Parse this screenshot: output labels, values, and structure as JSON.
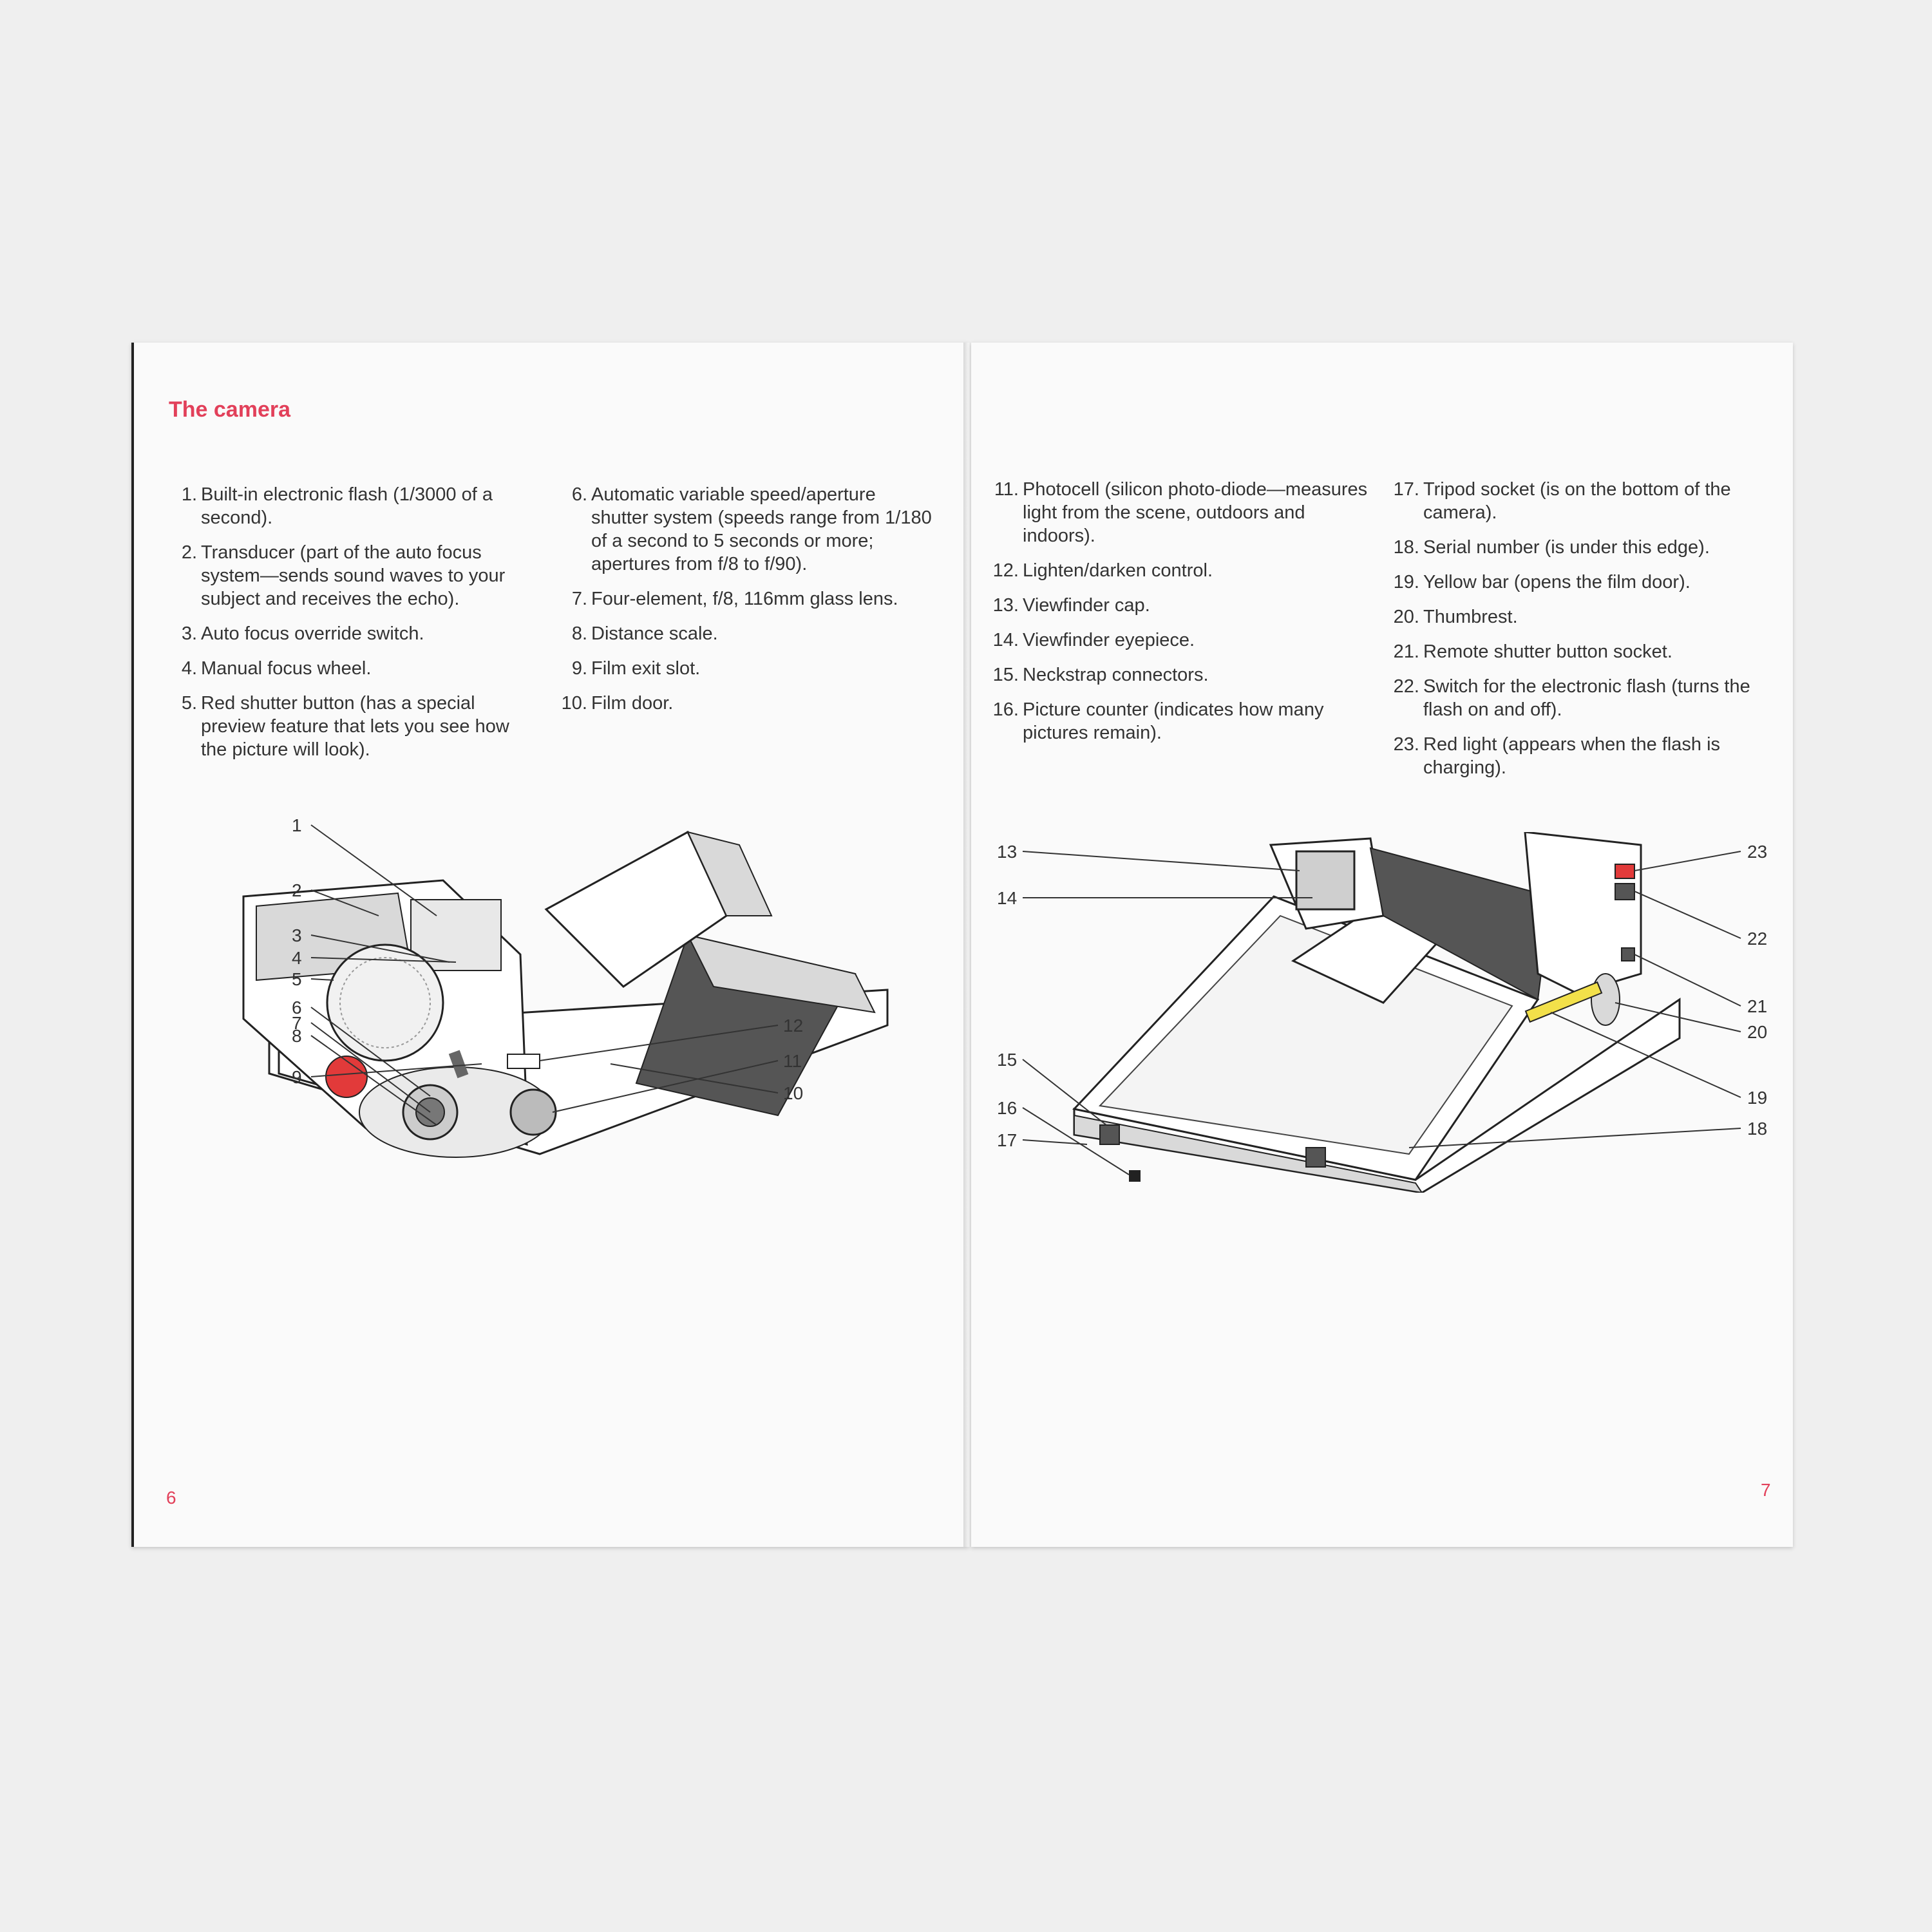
{
  "left_page": {
    "title": "The camera",
    "page_number": "6",
    "col1": [
      {
        "num": "1.",
        "text": "Built-in electronic flash (1/3000 of a second)."
      },
      {
        "num": "2.",
        "text": "Transducer (part of the auto focus system—sends sound waves to your subject and receives the echo)."
      },
      {
        "num": "3.",
        "text": "Auto focus override switch."
      },
      {
        "num": "4.",
        "text": "Manual focus wheel."
      },
      {
        "num": "5.",
        "text": "Red shutter button (has a special preview feature that lets you see how the picture will look)."
      }
    ],
    "col2": [
      {
        "num": "6.",
        "text": "Automatic variable speed/aperture shutter system (speeds range from 1/180 of a second to 5 seconds or more; apertures from f/8 to f/90)."
      },
      {
        "num": "7.",
        "text": "Four-element, f/8, 116mm glass lens."
      },
      {
        "num": "8.",
        "text": "Distance scale."
      },
      {
        "num": "9.",
        "text": "Film exit slot."
      },
      {
        "num": "10.",
        "text": "Film door."
      }
    ],
    "callouts": {
      "c1": "1",
      "c2": "2",
      "c3": "3",
      "c4": "4",
      "c5": "5",
      "c6": "6",
      "c7": "7",
      "c8": "8",
      "c9": "9",
      "c10": "10",
      "c11": "11",
      "c12": "12"
    }
  },
  "right_page": {
    "page_number": "7",
    "col1": [
      {
        "num": "11.",
        "text": "Photocell (silicon photo-diode—measures light from the scene, outdoors and indoors)."
      },
      {
        "num": "12.",
        "text": "Lighten/darken control."
      },
      {
        "num": "13.",
        "text": "Viewfinder cap."
      },
      {
        "num": "14.",
        "text": "Viewfinder eyepiece."
      },
      {
        "num": "15.",
        "text": "Neckstrap connectors."
      },
      {
        "num": "16.",
        "text": "Picture counter (indicates how many pictures remain)."
      }
    ],
    "col2": [
      {
        "num": "17.",
        "text": "Tripod socket (is on the bottom of the camera)."
      },
      {
        "num": "18.",
        "text": "Serial number (is under this edge)."
      },
      {
        "num": "19.",
        "text": "Yellow bar (opens the film door)."
      },
      {
        "num": "20.",
        "text": "Thumbrest."
      },
      {
        "num": "21.",
        "text": "Remote shutter button socket."
      },
      {
        "num": "22.",
        "text": "Switch for the electronic flash (turns the flash on and off)."
      },
      {
        "num": "23.",
        "text": "Red light (appears when the flash is charging)."
      }
    ],
    "callouts": {
      "c13": "13",
      "c14": "14",
      "c15": "15",
      "c16": "16",
      "c17": "17",
      "c18": "18",
      "c19": "19",
      "c20": "20",
      "c21": "21",
      "c22": "22",
      "c23": "23"
    }
  },
  "colors": {
    "accent": "#e2405a",
    "paper": "#fafafa",
    "background": "#efefef",
    "shutter_red": "#e23a3a",
    "yellow_bar": "#f2e04a"
  }
}
